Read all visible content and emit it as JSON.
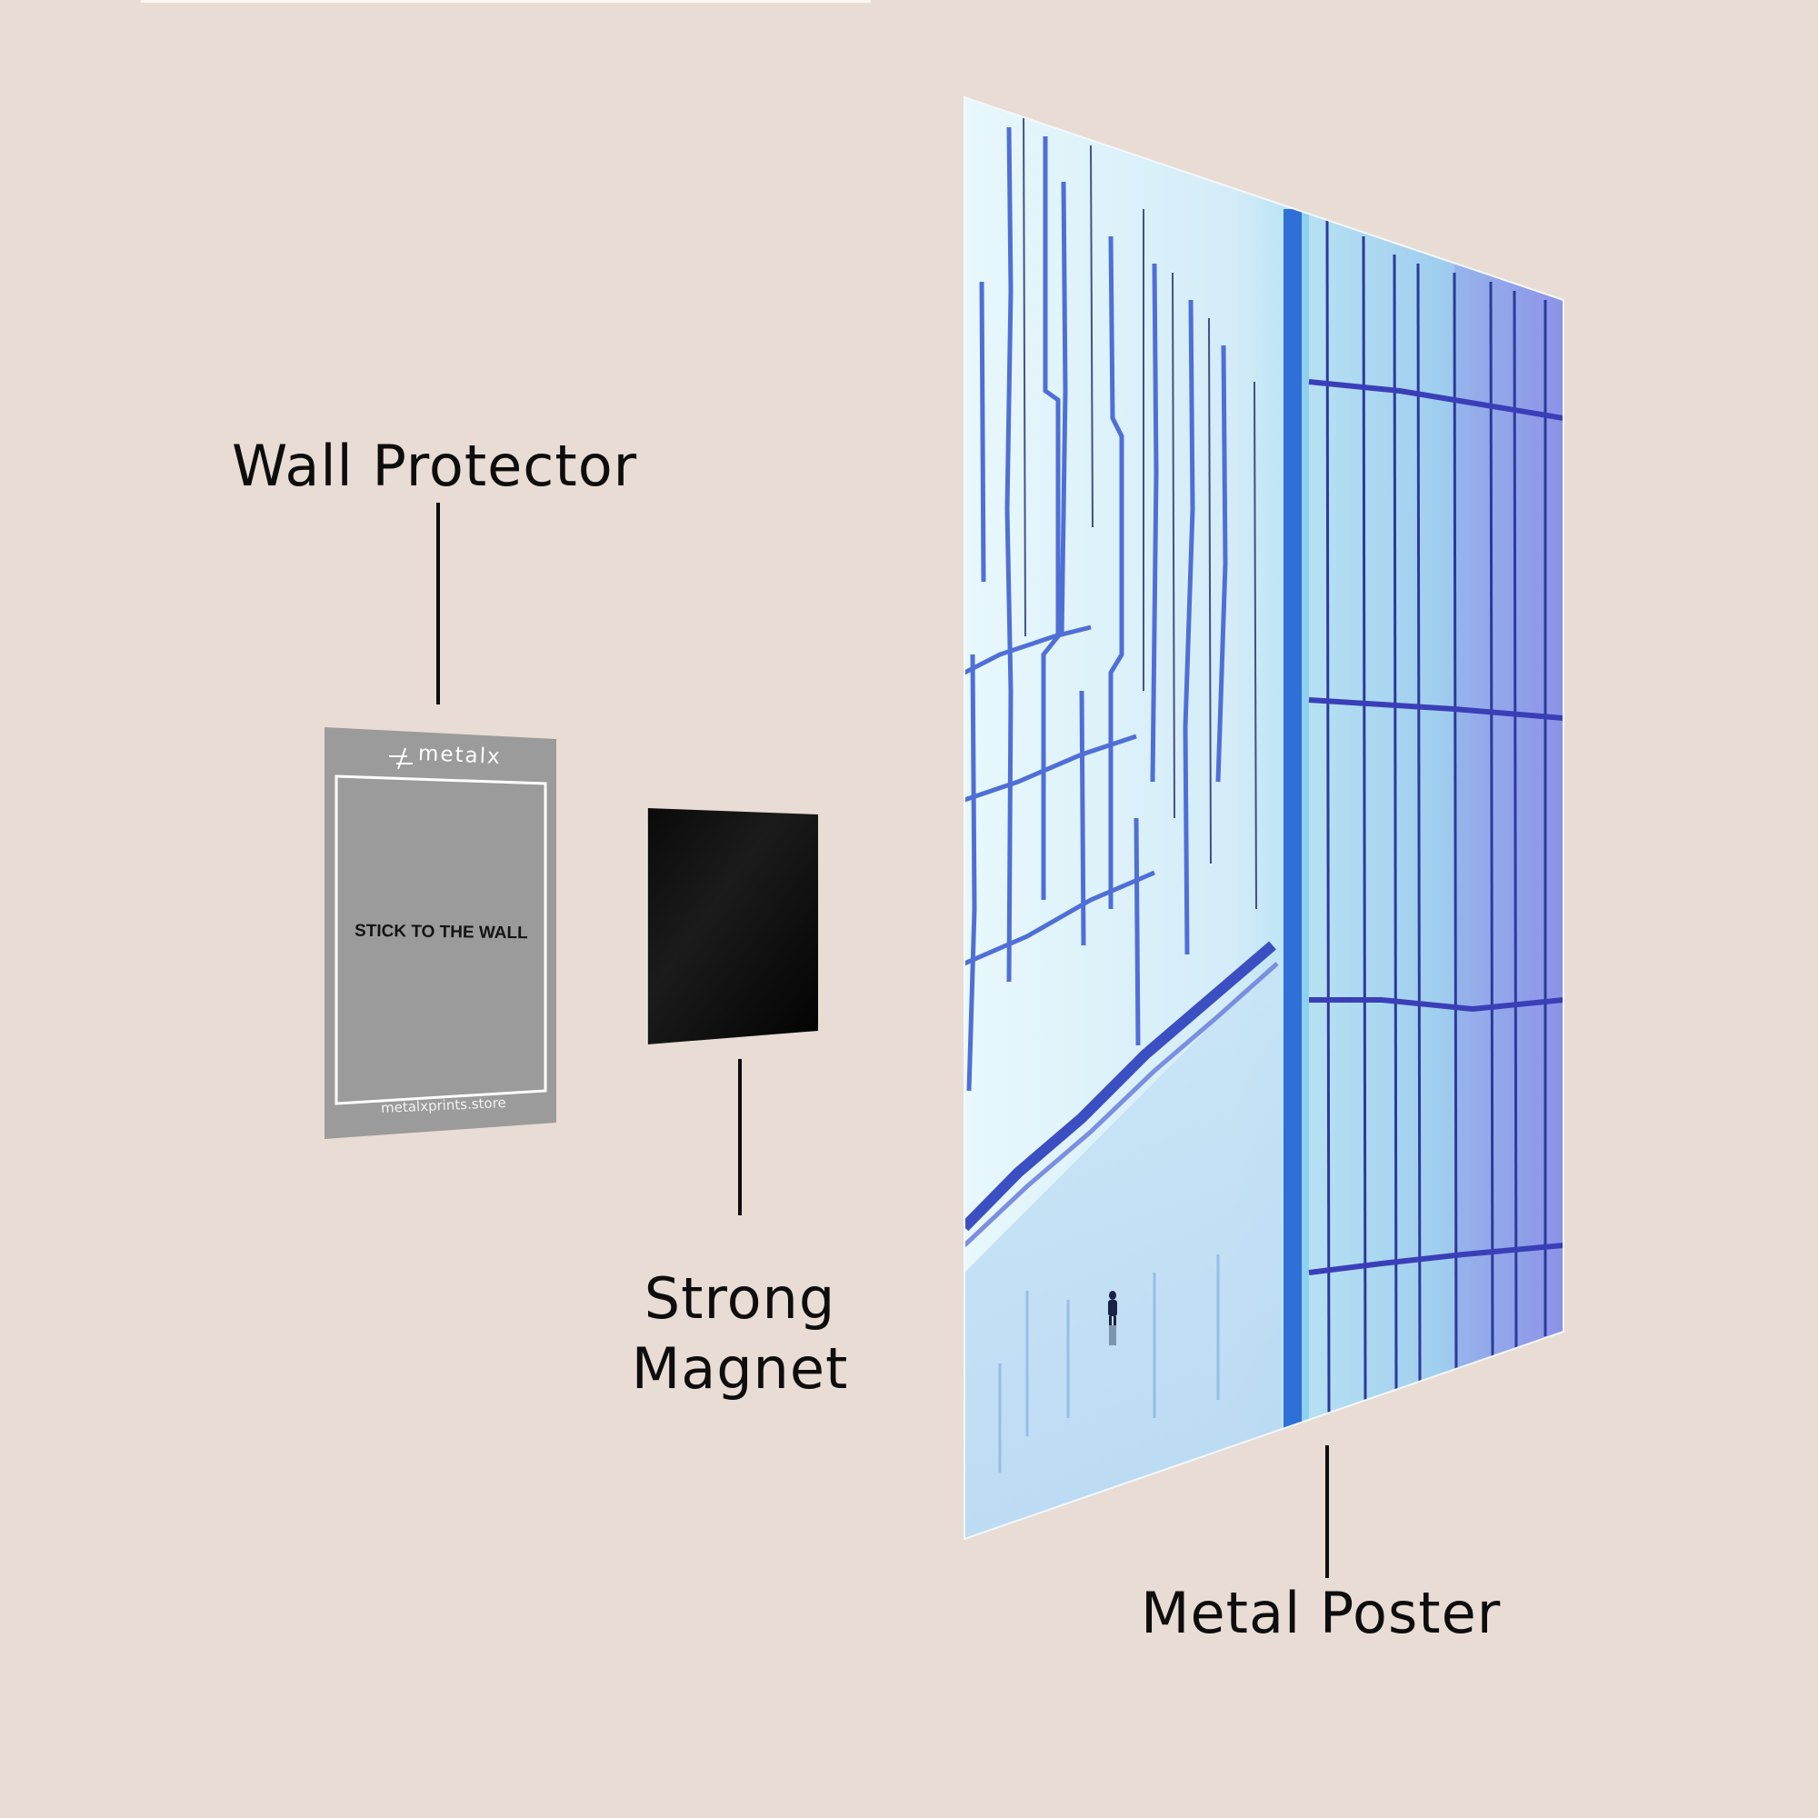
{
  "colors": {
    "background": "#e8dcd4",
    "label_text": "#0d0d0d",
    "protector_gray": "#9b9b9b",
    "magnet_black": "#050505",
    "poster_light": "#e4f6fb",
    "poster_blue": "#4f6fd6",
    "poster_violet": "#8d86ea"
  },
  "components": [
    {
      "id": "wall-protector",
      "label": "Wall Protector",
      "brand": "metalx",
      "center_text": "STICK TO THE WALL",
      "footer_text": "metalxprints.store"
    },
    {
      "id": "strong-magnet",
      "label_line1": "Strong",
      "label_line2": "Magnet"
    },
    {
      "id": "metal-poster",
      "label": "Metal Poster",
      "artwork": "blue crystalline corridor with lone figure"
    }
  ]
}
